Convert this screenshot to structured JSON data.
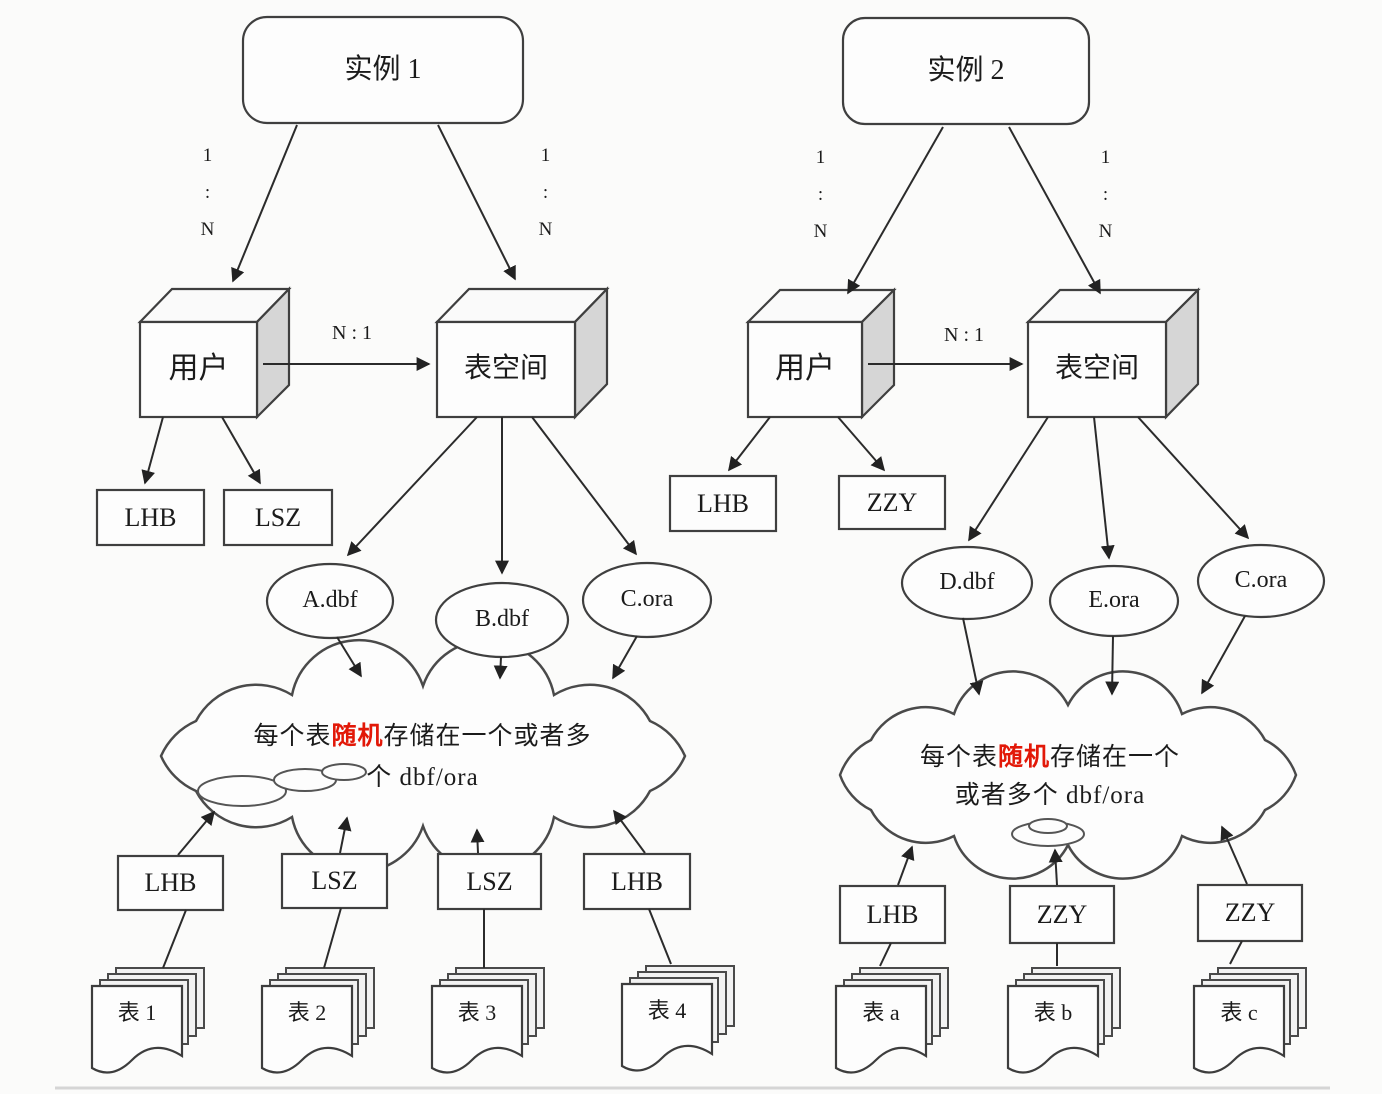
{
  "shared": {
    "one_to_n": "1\n:\nN",
    "n_to_one": "N : 1",
    "highlight_red": "#e21808"
  },
  "instance1": {
    "title": "实例 1",
    "user": "用户",
    "tablespace": "表空间",
    "users": [
      "LHB",
      "LSZ"
    ],
    "files": [
      "A.dbf",
      "B.dbf",
      "C.ora"
    ],
    "cloud": {
      "pre": "每个表",
      "highlight": "随机",
      "post": "存储在一个或者多",
      "line2": "个 dbf/ora"
    },
    "table_owners": [
      "LHB",
      "LSZ",
      "LSZ",
      "LHB"
    ],
    "tables": [
      "表 1",
      "表 2",
      "表 3",
      "表 4"
    ]
  },
  "instance2": {
    "title": "实例 2",
    "user": "用户",
    "tablespace": "表空间",
    "users": [
      "LHB",
      "ZZY"
    ],
    "files": [
      "D.dbf",
      "E.ora",
      "C.ora"
    ],
    "cloud": {
      "pre": "每个表",
      "highlight": "随机",
      "post": "存储在一个",
      "line2": "或者多个 dbf/ora"
    },
    "table_owners": [
      "LHB",
      "ZZY",
      "ZZY"
    ],
    "tables": [
      "表 a",
      "表 b",
      "表 c"
    ]
  }
}
